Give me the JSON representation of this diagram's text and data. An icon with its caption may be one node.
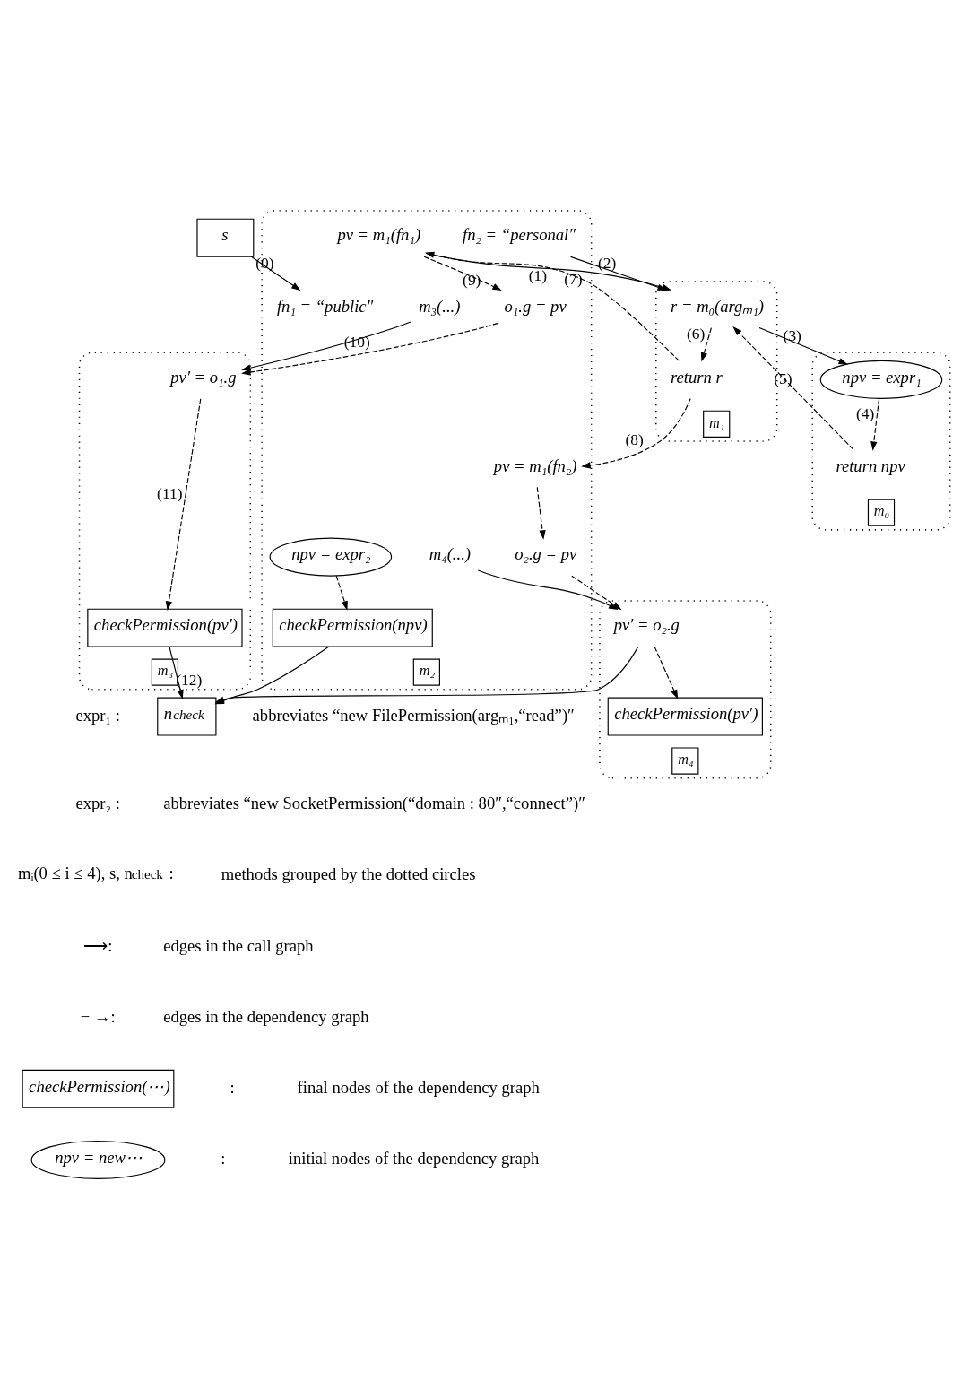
{
  "diagram": {
    "nodes": [
      {
        "text": [
          "m₂"
        ]
      },
      {
        "text": [
          "fn₁ = “public″"
        ],
        "in": 0
      },
      {
        "text": [
          "pv = m₁(fn₁)"
        ],
        "in": 0
      },
      {
        "text": [
          "o₁.g = pv"
        ],
        "in": 0
      },
      {
        "text": [
          "fn₂ = “personal″"
        ],
        "in": 0
      },
      {
        "text": [
          "pv = m₁(fn₂)"
        ],
        "in": 0
      },
      {
        "text": [
          "o₂.g = pv"
        ],
        "in": 0
      },
      {
        "text": [
          "m₃(...)"
        ],
        "in": 0
      },
      {
        "text": [
          "m₄(...)"
        ],
        "in": 0
      },
      {
        "text": [
          "npv = expr₂"
        ],
        "in": 0
      },
      {
        "text": [
          "checkPermission(npv)"
        ],
        "in": 0
      },
      {
        "text": [
          "s"
        ]
      },
      {
        "text": [
          "m₁"
        ]
      },
      {
        "text": [
          "r = m₀(argₘ₁)"
        ],
        "in": 12
      },
      {
        "text": [
          "return r"
        ],
        "in": 12
      },
      {
        "text": [
          "m₀"
        ]
      },
      {
        "text": [
          "npv = expr₁"
        ],
        "in": 15
      },
      {
        "text": [
          "return npv"
        ],
        "in": 15
      },
      {
        "text": [
          "m₃"
        ]
      },
      {
        "text": [
          "pv′ = o₁.g"
        ],
        "in": 18
      },
      {
        "text": [
          "checkPermission(pv′)"
        ],
        "in": 18
      },
      {
        "text": [
          "m₄"
        ]
      },
      {
        "text": [
          "pv′ = o₂.g"
        ],
        "in": 21
      },
      {
        "text": [
          "checkPermission(pv′)"
        ],
        "in": 21
      },
      {
        "text": [
          "n$_{check}$"
        ]
      },
      {
        "text": [
          "checkPermission(⋯)"
        ]
      },
      {
        "text": [
          "npv = new⋯"
        ]
      }
    ],
    "edges": [
      {
        "from": 11,
        "to": 1,
        "arrow": "to",
        "label": "(0)"
      },
      {
        "from": 2,
        "to": 13,
        "arrow": "to",
        "label": "(1)"
      },
      {
        "from": 4,
        "to": 13,
        "arrow": "to",
        "label": "(2)"
      },
      {
        "from": 13,
        "to": 16,
        "arrow": "to",
        "label": "(3)"
      },
      {
        "from": 16,
        "to": 17,
        "arrow": "to",
        "label": "(4)",
        "style": "dashed"
      },
      {
        "from": 17,
        "to": 13,
        "arrow": "to",
        "label": "(5)",
        "style": "dashed"
      },
      {
        "from": 13,
        "to": 14,
        "arrow": "to",
        "label": "(6)",
        "style": "dashed"
      },
      {
        "from": 14,
        "to": 2,
        "arrow": "to",
        "label": "(7)",
        "style": "dashed"
      },
      {
        "from": 14,
        "to": 5,
        "arrow": "to",
        "label": "(8)",
        "style": "dashed"
      },
      {
        "from": 2,
        "to": 3,
        "arrow": "to",
        "label": "(9)",
        "style": "dashed"
      },
      {
        "from": 3,
        "to": 19,
        "arrow": "to",
        "label": "(10)",
        "style": "dashed"
      },
      {
        "from": 5,
        "to": 6,
        "arrow": "to",
        "style": "dashed"
      },
      {
        "from": 6,
        "to": 22,
        "arrow": "to",
        "style": "dashed"
      },
      {
        "from": 7,
        "to": 19,
        "arrow": "to"
      },
      {
        "from": 19,
        "to": 20,
        "arrow": "to",
        "label": "(11)",
        "style": "dashed"
      },
      {
        "from": 20,
        "to": 24,
        "arrow": "to",
        "label": "(12)"
      },
      {
        "from": 8,
        "to": 22,
        "arrow": "to"
      },
      {
        "from": 22,
        "to": 23,
        "arrow": "to",
        "style": "dashed"
      },
      {
        "from": 22,
        "to": 24,
        "arrow": "to"
      },
      {
        "from": 9,
        "to": 10,
        "arrow": "to",
        "style": "dashed"
      },
      {
        "from": 10,
        "to": 24,
        "arrow": "to"
      }
    ],
    "labels": [
      "expr₁ :",
      "abbreviates “new FilePermission(argₘ₁,“read”)″",
      "expr₂ :",
      "abbreviates “new SocketPermission(“domain : 80″,“connect”)″",
      "mᵢ(0 ≤ i ≤ 4), s, n$_{check}$ :",
      "methods grouped by the dotted circles",
      "⟶:",
      "edges in the call graph",
      "− →:",
      "edges in the dependency graph",
      ":",
      "final nodes of the dependency graph",
      ":",
      "initial nodes of the dependency graph"
    ]
  }
}
